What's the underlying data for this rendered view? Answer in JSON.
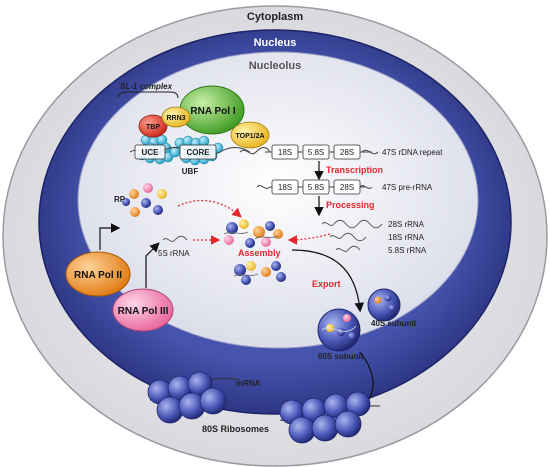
{
  "compartments": {
    "cytoplasm": "Cytoplasm",
    "nucleus": "Nucleus",
    "nucleolus": "Nucleolus"
  },
  "enzymes": {
    "pol1": "RNA Pol I",
    "pol2": "RNA Pol II",
    "pol3": "RNA Pol III"
  },
  "sl1": {
    "label": "SL-1 complex",
    "tbp": "TBP",
    "rrn3": "RRN3",
    "top": "TOP1/2A"
  },
  "promoter": {
    "uce": "UCE",
    "core": "CORE",
    "ubf": "UBF"
  },
  "rdna": {
    "segments": [
      "18S",
      "5.8S",
      "28S"
    ],
    "repeat_label": "47S rDNA repeat",
    "pre_label": "47S pre-rRNA"
  },
  "steps": {
    "transcription": "Transcription",
    "processing": "Processing",
    "assembly": "Assembly",
    "export": "Export"
  },
  "products": [
    "28S rRNA",
    "18S rRNA",
    "5.8S rRNA"
  ],
  "rp": "RP",
  "rrna5s": "5S rRNA",
  "subunits": {
    "s40": "40S subunit",
    "s60": "60S subunit"
  },
  "mrna": "mRNA",
  "ribosomes": "80S Ribosomes",
  "colors": {
    "nucleus_ring": "#3d4aa3",
    "nucleolus_fill": "#e9eaf4",
    "pol1": "#5cb836",
    "pol2": "#f08a1c",
    "pol3": "#f48bb4",
    "tbp": "#e03a2a",
    "rrn3": "#f3c332",
    "ubf": "#2fb1d8",
    "arrow_red": "#e3272b",
    "text_red": "#e3272b"
  }
}
